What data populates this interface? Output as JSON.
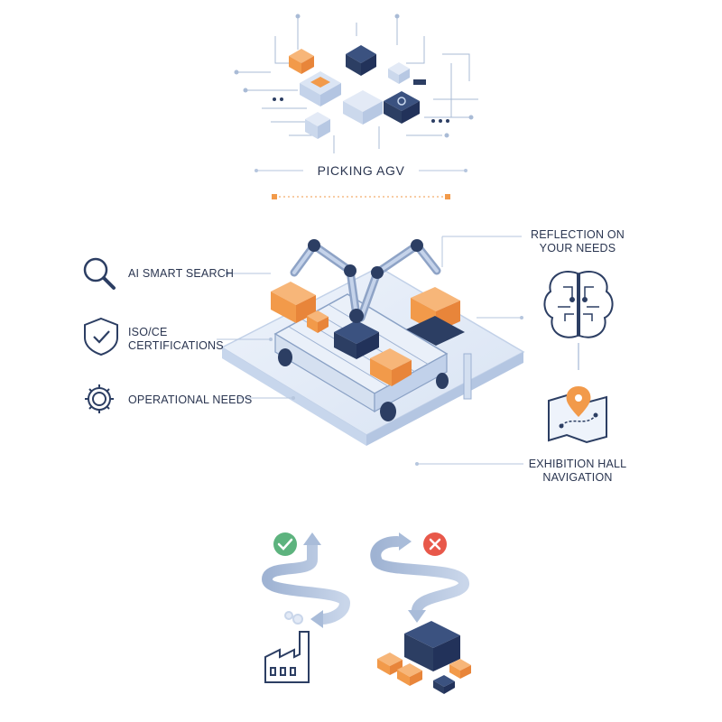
{
  "title": "PICKING AGV",
  "left_features": [
    {
      "text": "AI SMART SEARCH",
      "icon": "magnifier-icon"
    },
    {
      "text": "ISO/CE",
      "text2": "CERTIFICATIONS",
      "icon": "shield-check-icon"
    },
    {
      "text": "OPERATIONAL NEEDS",
      "icon": "gear-icon"
    }
  ],
  "right_features": [
    {
      "line1": "REFLECTION ON",
      "line2": "YOUR NEEDS",
      "icon": "brain-circuit-icon"
    },
    {
      "line1": "EXHIBITION HALL",
      "line2": "NAVIGATION",
      "icon": "map-pin-icon"
    }
  ],
  "colors": {
    "navy": "#2c3e63",
    "orange": "#f29a4a",
    "light_blue": "#c9d8ee",
    "green": "#5db37e",
    "red": "#e8584a"
  }
}
